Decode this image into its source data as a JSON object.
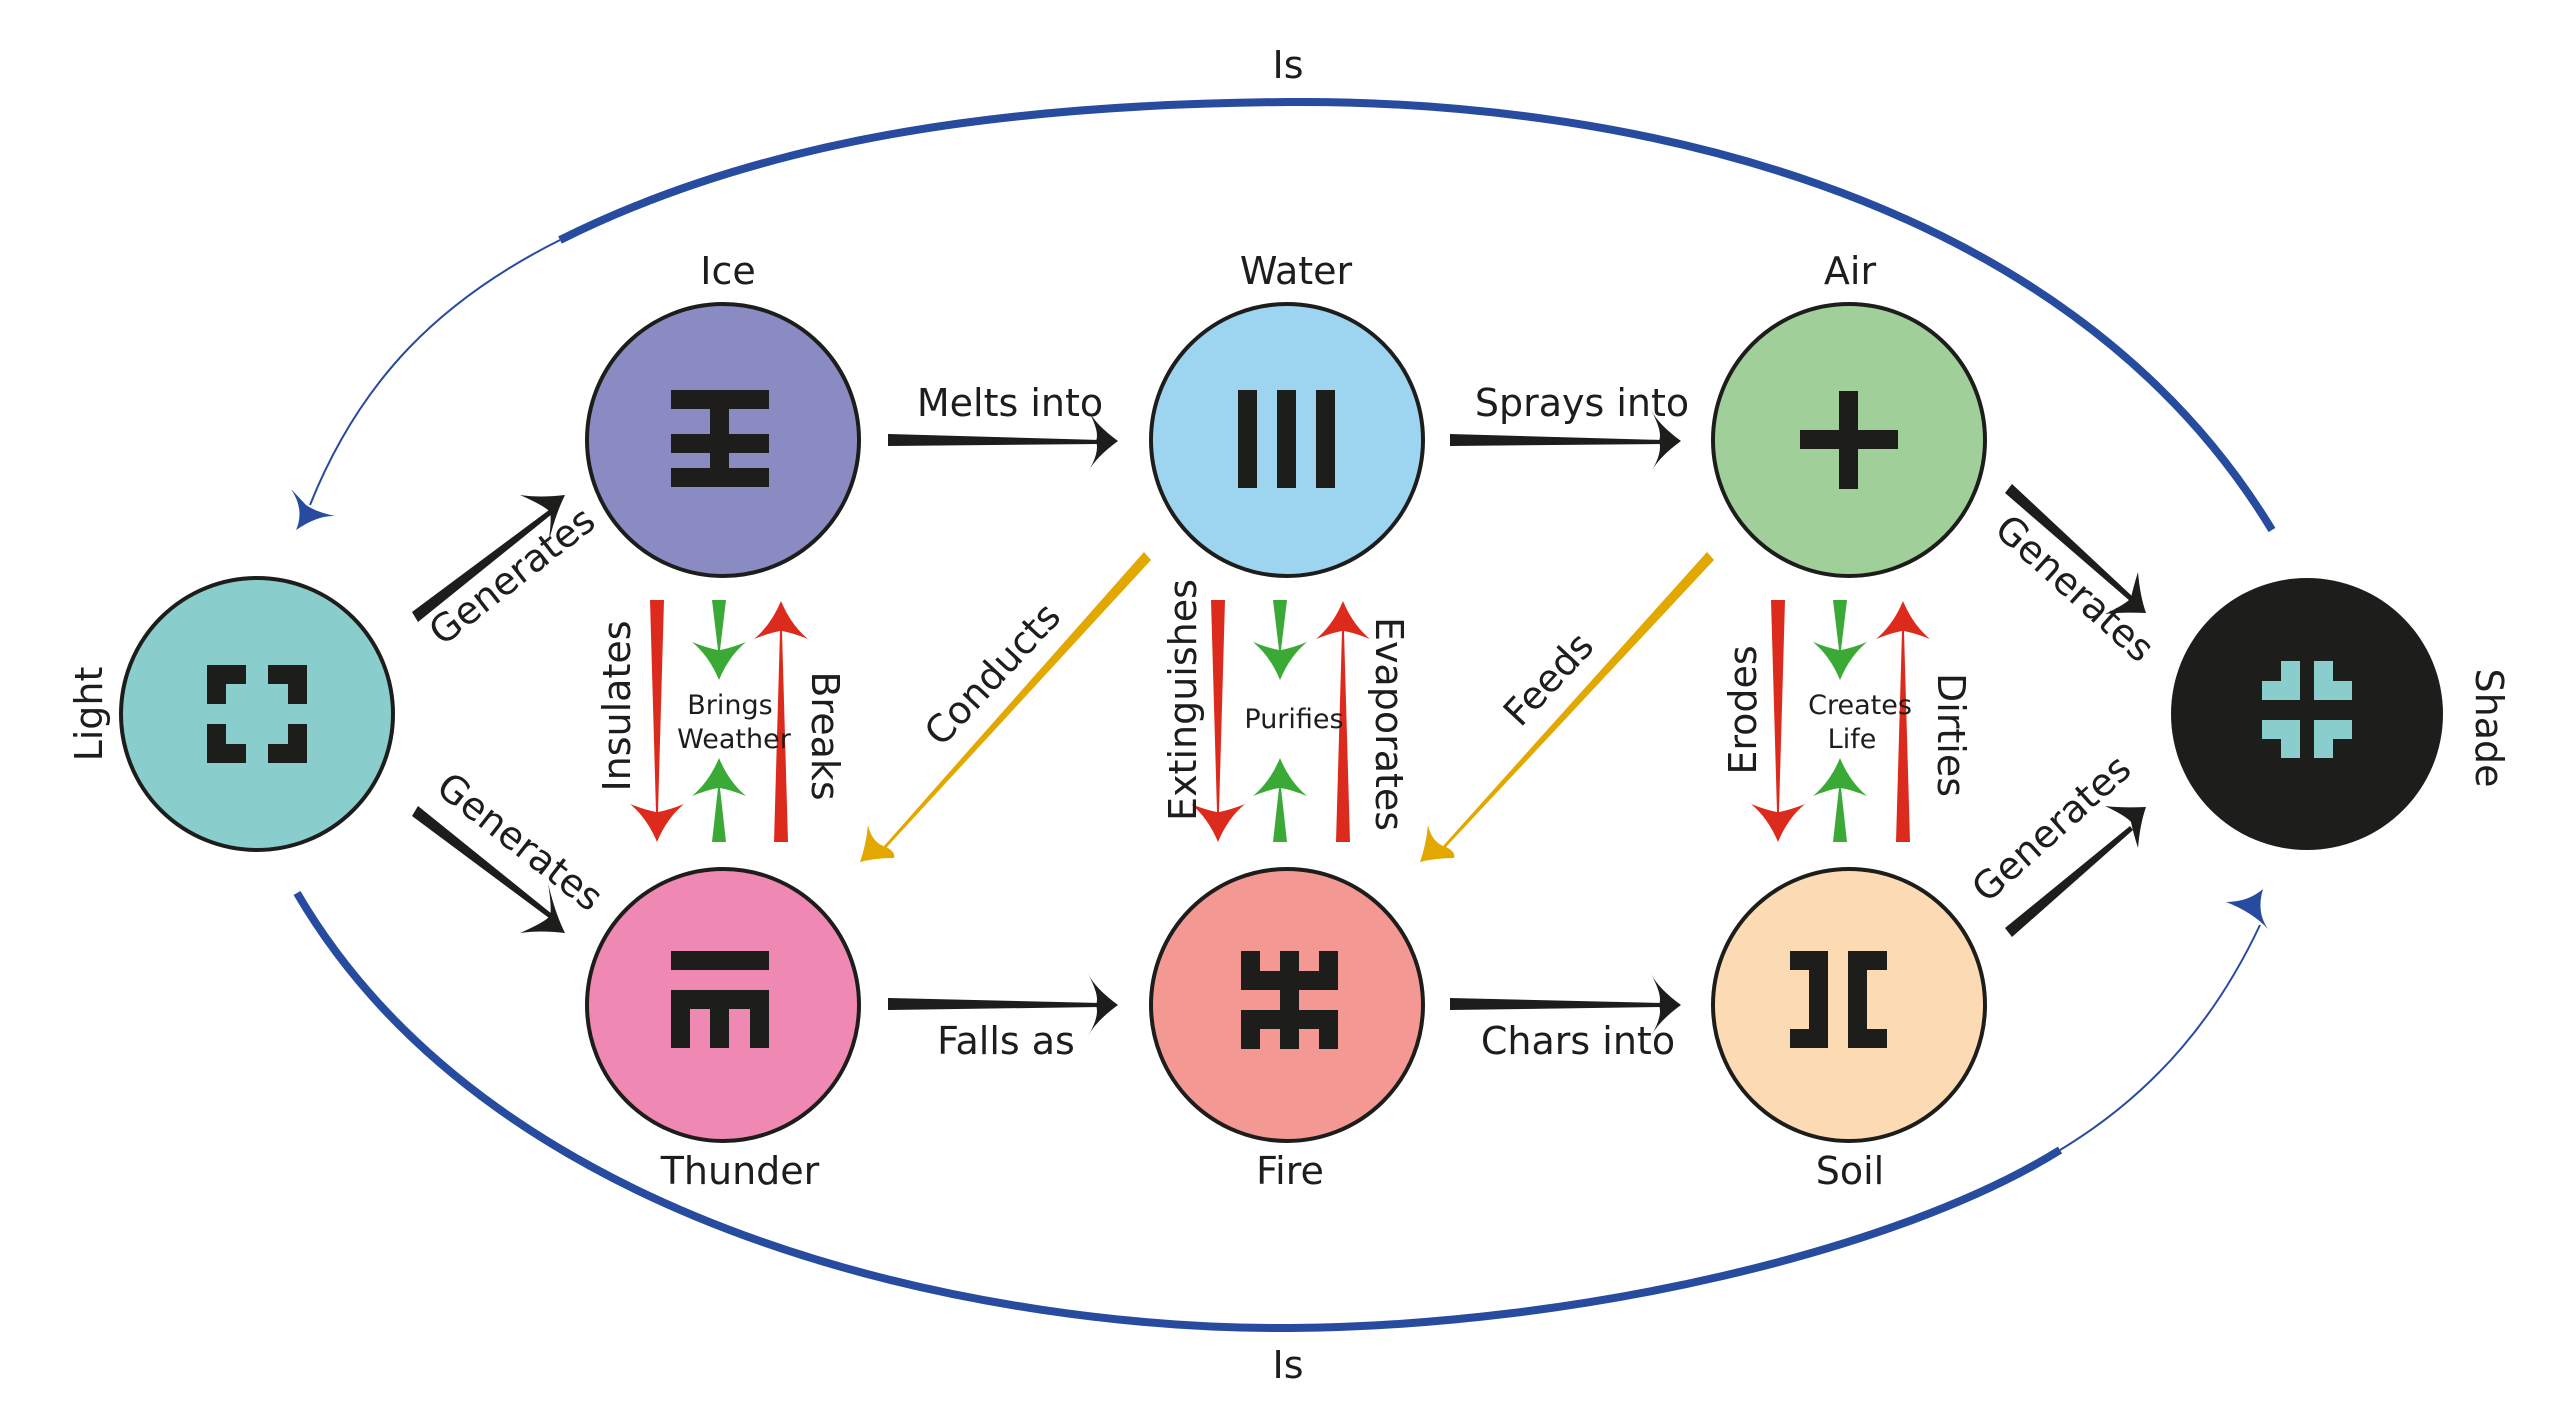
{
  "diagram": {
    "colors": {
      "ink": "#1d1d1b",
      "red": "#dc2b1c",
      "green": "#3aa935",
      "gold": "#e3a800",
      "blue": "#274b9f"
    },
    "nodes": {
      "light": {
        "label": "Light",
        "fill": "#89cdcd",
        "glyph_color": "#1d1d1b",
        "icon": "corner-brackets-icon"
      },
      "ice": {
        "label": "Ice",
        "fill": "#898bc2",
        "glyph_color": "#1d1d1b",
        "icon": "ice-rune-icon"
      },
      "water": {
        "label": "Water",
        "fill": "#9dd5f0",
        "glyph_color": "#1d1d1b",
        "icon": "three-bars-icon"
      },
      "air": {
        "label": "Air",
        "fill": "#a0cf9a",
        "glyph_color": "#1d1d1b",
        "icon": "plus-cross-icon"
      },
      "thunder": {
        "label": "Thunder",
        "fill": "#ef88b3",
        "glyph_color": "#1d1d1b",
        "icon": "thunder-rune-icon"
      },
      "fire": {
        "label": "Fire",
        "fill": "#f39892",
        "glyph_color": "#1d1d1b",
        "icon": "fire-rune-icon"
      },
      "soil": {
        "label": "Soil",
        "fill": "#fcdab3",
        "glyph_color": "#1d1d1b",
        "icon": "facing-brackets-icon"
      },
      "shade": {
        "label": "Shade",
        "fill": "#1d1d1b",
        "glyph_color": "#89cdcd",
        "icon": "inward-corners-icon"
      }
    },
    "edges": {
      "light_ice": {
        "from": "Light",
        "to": "Ice",
        "label": "Generates"
      },
      "light_thunder": {
        "from": "Light",
        "to": "Thunder",
        "label": "Generates"
      },
      "ice_water": {
        "from": "Ice",
        "to": "Water",
        "label": "Melts into"
      },
      "water_air": {
        "from": "Water",
        "to": "Air",
        "label": "Sprays into"
      },
      "thunder_fire": {
        "from": "Thunder",
        "to": "Fire",
        "label": "Falls as"
      },
      "fire_soil": {
        "from": "Fire",
        "to": "Soil",
        "label": "Chars into"
      },
      "air_shade": {
        "from": "Air",
        "to": "Shade",
        "label": "Generates"
      },
      "soil_shade": {
        "from": "Soil",
        "to": "Shade",
        "label": "Generates"
      },
      "water_thunder": {
        "from": "Water",
        "to": "Thunder",
        "label": "Conducts"
      },
      "air_fire": {
        "from": "Air",
        "to": "Fire",
        "label": "Feeds"
      },
      "ice_thunder": {
        "from": "Ice",
        "to": "Thunder",
        "label": "Insulates"
      },
      "thunder_ice": {
        "from": "Thunder",
        "to": "Ice",
        "label": "Breaks"
      },
      "ice_thunder_mutual": {
        "between": [
          "Ice",
          "Thunder"
        ],
        "label_line1": "Brings",
        "label_line2": "Weather"
      },
      "water_fire": {
        "from": "Water",
        "to": "Fire",
        "label": "Extinguishes"
      },
      "fire_water": {
        "from": "Fire",
        "to": "Water",
        "label": "Evaporates"
      },
      "water_fire_mutual": {
        "between": [
          "Water",
          "Fire"
        ],
        "label": "Purifies"
      },
      "air_soil": {
        "from": "Air",
        "to": "Soil",
        "label": "Erodes"
      },
      "soil_air": {
        "from": "Soil",
        "to": "Air",
        "label": "Dirties"
      },
      "air_soil_mutual": {
        "between": [
          "Air",
          "Soil"
        ],
        "label_line1": "Creates",
        "label_line2": "Life"
      },
      "shade_light_top": {
        "from": "Shade",
        "to": "Light",
        "label": "Is"
      },
      "light_shade_bottom": {
        "from": "Light",
        "to": "Shade",
        "label": "Is"
      }
    }
  }
}
